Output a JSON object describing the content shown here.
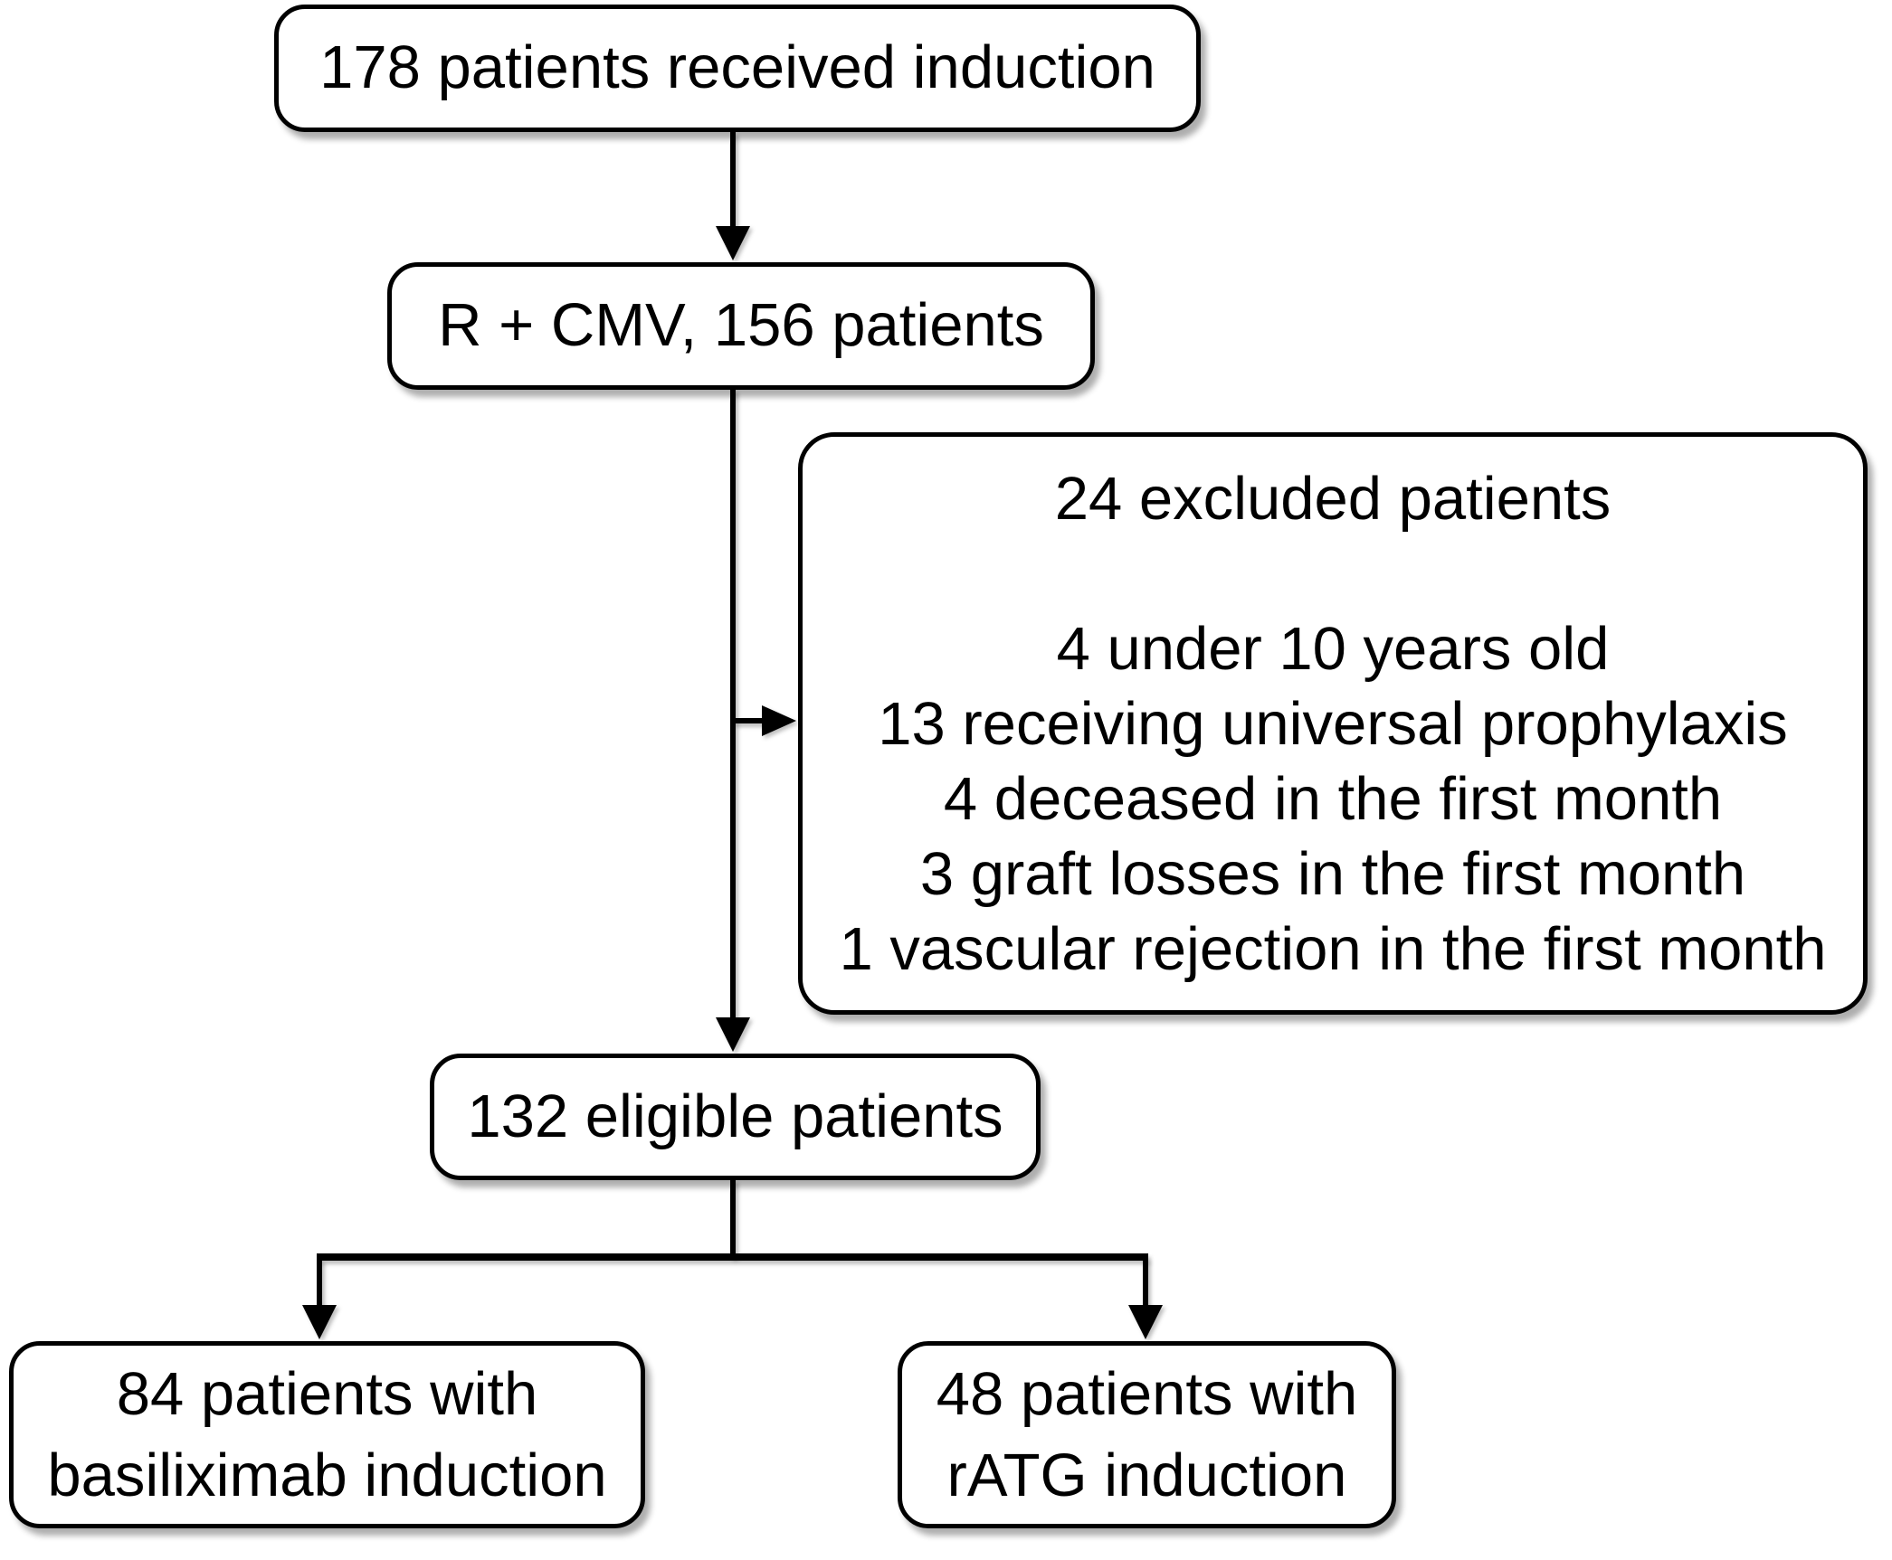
{
  "flowchart": {
    "received": {
      "label": "178 patients received induction"
    },
    "r_cmv": {
      "label": "R + CMV, 156 patients"
    },
    "excluded": {
      "heading": "24 excluded patients",
      "items": [
        "4 under 10 years old",
        "13 receiving universal prophylaxis",
        "4 deceased in the first month",
        "3 graft losses in the first month",
        "1 vascular rejection in the first month"
      ]
    },
    "eligible": {
      "label": "132 eligible patients"
    },
    "basiliximab": {
      "line1": "84 patients with",
      "line2": "basiliximab induction"
    },
    "ratg": {
      "line1": "48 patients with",
      "line2": "rATG induction"
    }
  },
  "colors": {
    "stroke": "#000000",
    "box_fill": "#ffffff",
    "background": "#ffffff"
  }
}
